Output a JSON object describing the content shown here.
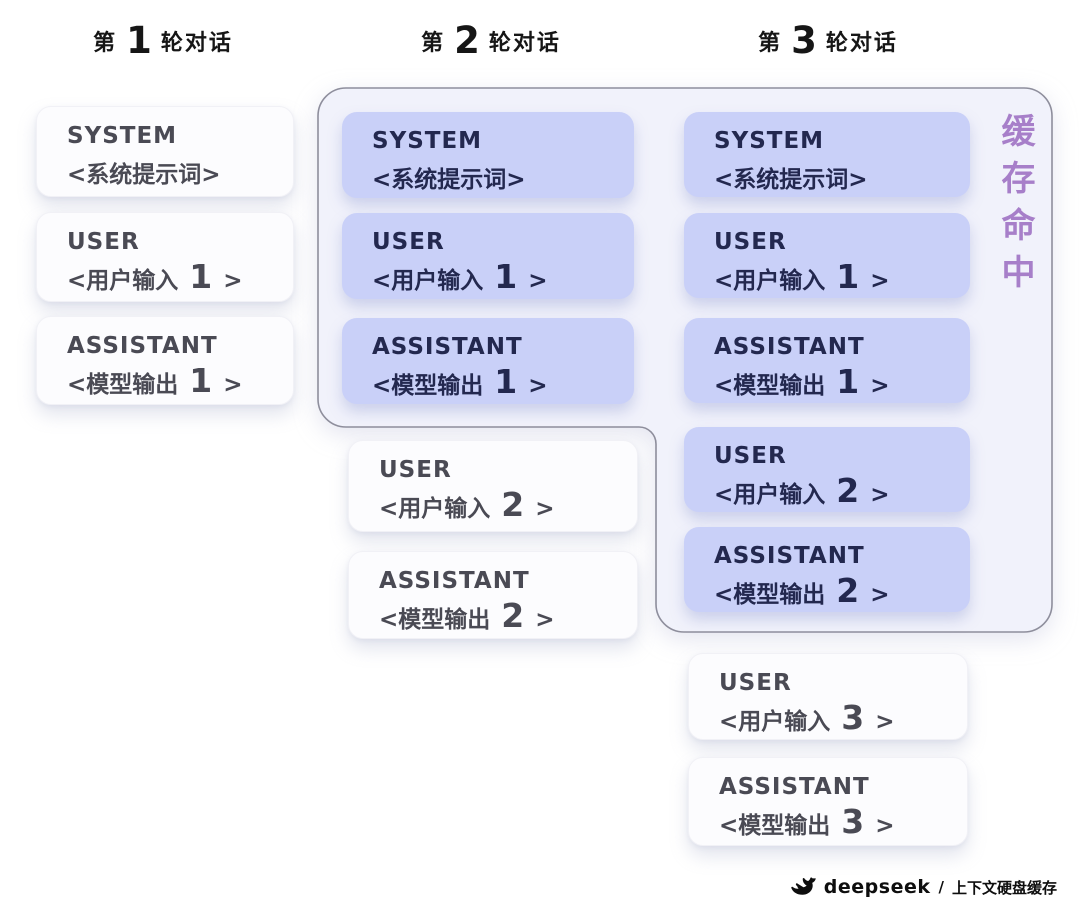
{
  "headers": [
    {
      "prefix": "第",
      "num": "1",
      "suffix": "轮对话"
    },
    {
      "prefix": "第",
      "num": "2",
      "suffix": "轮对话"
    },
    {
      "prefix": "第",
      "num": "3",
      "suffix": "轮对话"
    }
  ],
  "cache_hit_label": "缓存命中",
  "rounds": {
    "r1": {
      "cards": [
        {
          "role": "SYSTEM",
          "pre": "<系统提示词>",
          "num": "",
          "post": ""
        },
        {
          "role": "USER",
          "pre": "<用户输入 ",
          "num": "1",
          "post": " >"
        },
        {
          "role": "ASSISTANT",
          "pre": "<模型输出 ",
          "num": "1",
          "post": " >"
        }
      ]
    },
    "r2": {
      "cached_cards": [
        {
          "role": "SYSTEM",
          "pre": "<系统提示词>",
          "num": "",
          "post": ""
        },
        {
          "role": "USER",
          "pre": "<用户输入 ",
          "num": "1",
          "post": " >"
        },
        {
          "role": "ASSISTANT",
          "pre": "<模型输出 ",
          "num": "1",
          "post": " >"
        }
      ],
      "new_cards": [
        {
          "role": "USER",
          "pre": "<用户输入 ",
          "num": "2",
          "post": " >"
        },
        {
          "role": "ASSISTANT",
          "pre": "<模型输出 ",
          "num": "2",
          "post": " >"
        }
      ]
    },
    "r3": {
      "cached_cards": [
        {
          "role": "SYSTEM",
          "pre": "<系统提示词>",
          "num": "",
          "post": ""
        },
        {
          "role": "USER",
          "pre": "<用户输入 ",
          "num": "1",
          "post": " >"
        },
        {
          "role": "ASSISTANT",
          "pre": "<模型输出 ",
          "num": "1",
          "post": " >"
        },
        {
          "role": "USER",
          "pre": "<用户输入 ",
          "num": "2",
          "post": " >"
        },
        {
          "role": "ASSISTANT",
          "pre": "<模型输出 ",
          "num": "2",
          "post": " >"
        }
      ],
      "new_cards": [
        {
          "role": "USER",
          "pre": "<用户输入 ",
          "num": "3",
          "post": " >"
        },
        {
          "role": "ASSISTANT",
          "pre": "<模型输出 ",
          "num": "3",
          "post": " >"
        }
      ]
    }
  },
  "footer": {
    "brand": "deepseek",
    "separator": "/",
    "label": "上下文硬盘缓存"
  },
  "colors": {
    "cached_card": "#c9d0f8",
    "new_card": "#fcfcfe",
    "container_fill": "#f1f2fb",
    "container_border": "#8e8e9c",
    "cache_label_text": "#a77fc9",
    "cached_text": "#23284f",
    "new_text": "#4a4a54"
  }
}
